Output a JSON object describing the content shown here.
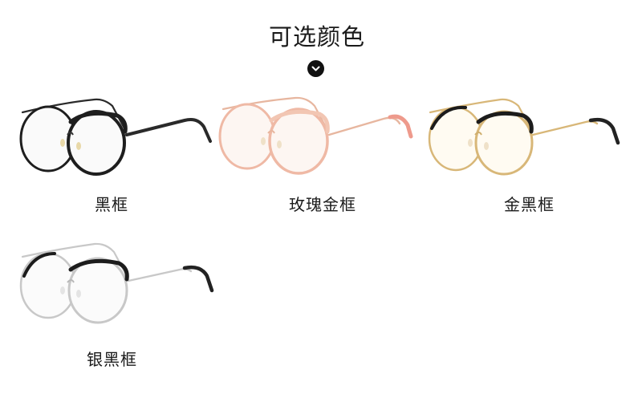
{
  "title": "可选颜色",
  "colors": {
    "black": "#1c1c1c",
    "rose_gold": "#efb9a5",
    "gold": "#d8b778",
    "silver": "#c8c8c8",
    "rose_tip": "#ee9a8c"
  },
  "products": [
    {
      "label": "黑框"
    },
    {
      "label": "玫瑰金框"
    },
    {
      "label": "金黑框"
    },
    {
      "label": "银黑框"
    }
  ]
}
